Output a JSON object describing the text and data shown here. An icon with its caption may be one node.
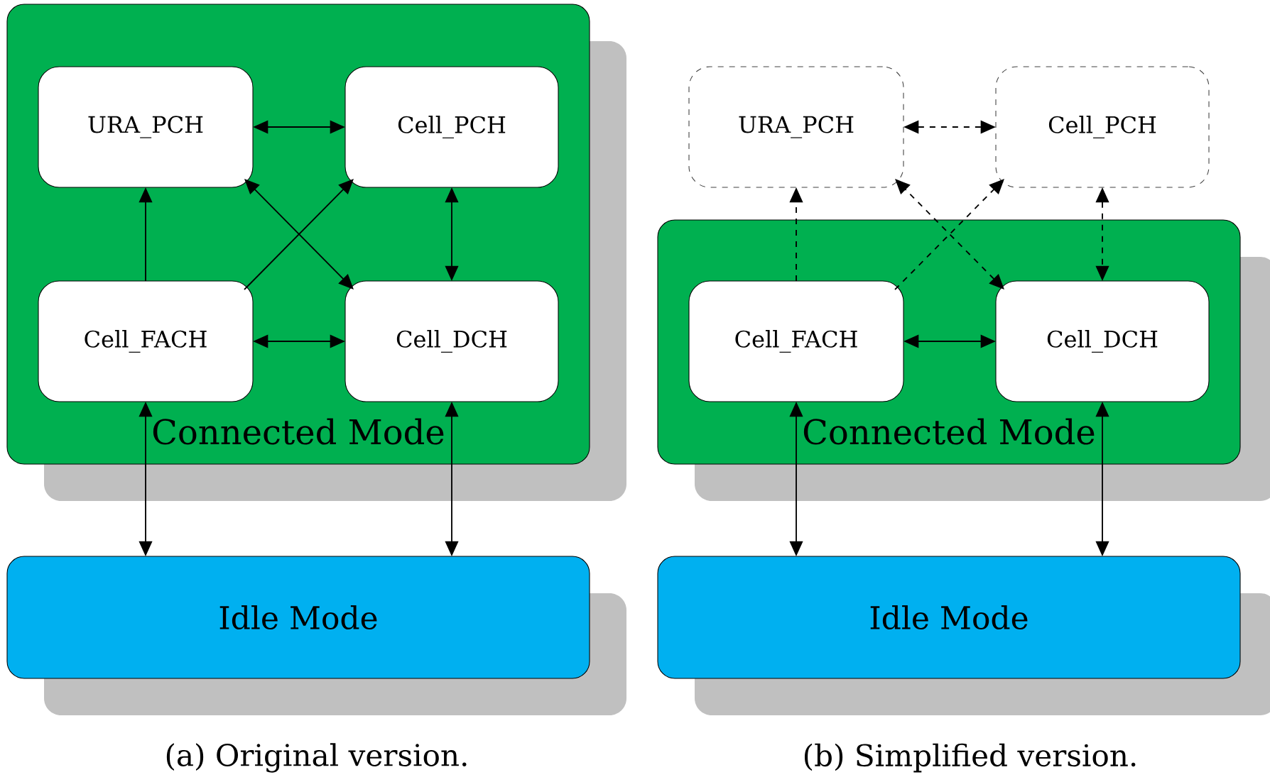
{
  "diagram": {
    "nodes": [
      {
        "text": [
          "Connected Mode"
        ]
      },
      {
        "text": [
          "URA_PCH"
        ],
        "in": 0
      },
      {
        "text": [
          "Cell_PCH"
        ],
        "in": 0
      },
      {
        "text": [
          "Cell_FACH"
        ],
        "in": 0
      },
      {
        "text": [
          "Cell_DCH"
        ],
        "in": 0
      },
      {
        "text": [
          "Idle Mode"
        ]
      },
      {
        "text": [
          "URA_PCH"
        ]
      },
      {
        "text": [
          "Cell_PCH"
        ]
      },
      {
        "text": [
          "Connected Mode"
        ]
      },
      {
        "text": [
          "Cell_FACH"
        ],
        "in": 8
      },
      {
        "text": [
          "Cell_DCH"
        ],
        "in": 8
      },
      {
        "text": [
          "Idle Mode"
        ]
      }
    ],
    "edges": [
      {
        "from": 1,
        "to": 2,
        "arrow": "both"
      },
      {
        "from": 3,
        "to": 1,
        "arrow": "to"
      },
      {
        "from": 3,
        "to": 2,
        "arrow": "to"
      },
      {
        "from": 4,
        "to": 1,
        "arrow": "both"
      },
      {
        "from": 2,
        "to": 4,
        "arrow": "both"
      },
      {
        "from": 3,
        "to": 4,
        "arrow": "both"
      },
      {
        "from": 5,
        "to": 3,
        "arrow": "both"
      },
      {
        "from": 5,
        "to": 4,
        "arrow": "both"
      },
      {
        "from": 6,
        "to": 7,
        "arrow": "both",
        "style": "dashed"
      },
      {
        "from": 9,
        "to": 6,
        "arrow": "to",
        "style": "dashed"
      },
      {
        "from": 9,
        "to": 7,
        "arrow": "to",
        "style": "dashed"
      },
      {
        "from": 10,
        "to": 6,
        "arrow": "both",
        "style": "dashed"
      },
      {
        "from": 7,
        "to": 10,
        "arrow": "both",
        "style": "dashed"
      },
      {
        "from": 9,
        "to": 10,
        "arrow": "both"
      },
      {
        "from": 11,
        "to": 9,
        "arrow": "both"
      },
      {
        "from": 11,
        "to": 10,
        "arrow": "both"
      }
    ],
    "labels": [
      "(a) Original version.",
      "(b) Simplified version."
    ]
  }
}
